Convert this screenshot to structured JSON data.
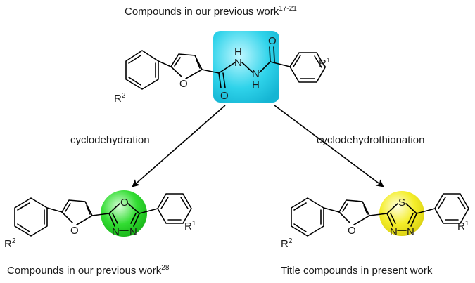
{
  "captions": {
    "top": {
      "text": "Compounds in our previous work",
      "ref": "17-21"
    },
    "bottom_left": {
      "text": "Compounds in our previous work",
      "ref": "28"
    },
    "bottom_right": {
      "text": "Title compounds in present work"
    }
  },
  "arrows": {
    "left": "cyclodehydration",
    "right": "cyclodehydrothionation"
  },
  "atoms": {
    "O": "O",
    "N": "N",
    "H": "H",
    "S": "S",
    "R1": "R",
    "R1_sub": "1",
    "R2": "R",
    "R2_sub": "2"
  },
  "highlight_colors": {
    "hydrazide": "#2fd3ea",
    "oxadiazole": "#33dd33",
    "thiadiazole": "#f4ee2a"
  }
}
